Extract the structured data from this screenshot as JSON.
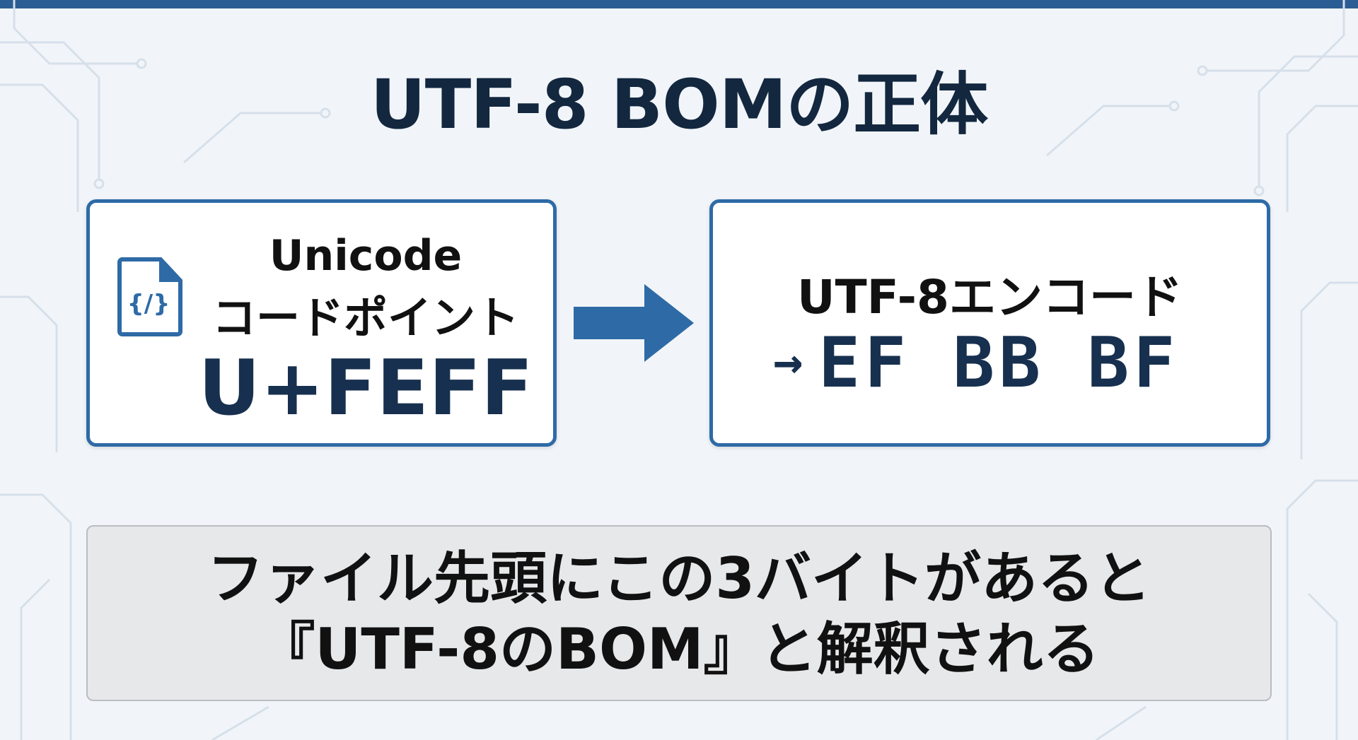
{
  "title": "UTF-8 BOMの正体",
  "left_box": {
    "icon": "code-file-icon",
    "line1": "Unicode",
    "line2": "コードポイント",
    "code_point": "U+FEFF"
  },
  "flow_arrow": "right-arrow-icon",
  "right_box": {
    "heading": "UTF-8エンコード",
    "arrow": "→",
    "bytes": [
      "EF",
      "BB",
      "BF"
    ]
  },
  "note": {
    "line1": "ファイル先頭にこの3バイトがあると",
    "line2": "『UTF-8のBOM』と解釈される"
  },
  "colors": {
    "accent": "#2e6aa6",
    "dark": "#13273f",
    "note_bg": "#e7e8ea"
  }
}
